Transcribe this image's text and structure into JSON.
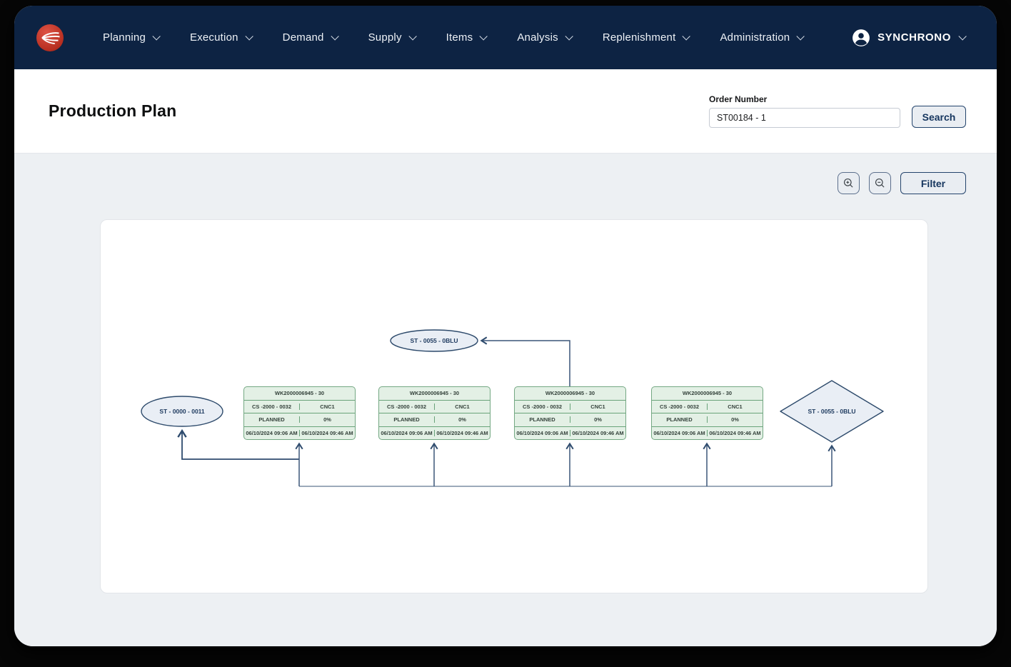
{
  "navbar": {
    "logo_icon": "synchrono-swoosh-logo",
    "items": [
      {
        "label": "Planning"
      },
      {
        "label": "Execution"
      },
      {
        "label": "Demand"
      },
      {
        "label": "Supply"
      },
      {
        "label": "Items"
      },
      {
        "label": "Analysis"
      },
      {
        "label": "Replenishment"
      },
      {
        "label": "Administration"
      }
    ],
    "user": {
      "icon": "user-avatar-icon",
      "name": "SYNCHRONO"
    }
  },
  "header": {
    "title": "Production Plan",
    "order": {
      "label": "Order Number",
      "value": "ST00184 - 1"
    },
    "search_label": "Search"
  },
  "toolbar": {
    "zoom_in_icon": "magnifier-plus-icon",
    "zoom_out_icon": "magnifier-minus-icon",
    "filter_label": "Filter"
  },
  "diagram": {
    "top_ellipse": {
      "label": "ST - 0055 - 0BLU"
    },
    "left_ellipse": {
      "label": "ST - 0000 - 0011"
    },
    "diamond": {
      "label": "ST - 0055 - 0BLU"
    },
    "operations": [
      {
        "wo": "WK2000006945 - 30",
        "item": "CS -2000 - 0032",
        "resource": "CNC1",
        "status": "PLANNED",
        "progress": "0%",
        "start": "06/10/2024 09:06 AM",
        "end": "06/10/2024 09:46 AM"
      },
      {
        "wo": "WK2000006945 - 30",
        "item": "CS -2000 - 0032",
        "resource": "CNC1",
        "status": "PLANNED",
        "progress": "0%",
        "start": "06/10/2024 09:06 AM",
        "end": "06/10/2024 09:46 AM"
      },
      {
        "wo": "WK2000006945 - 30",
        "item": "CS -2000 - 0032",
        "resource": "CNC1",
        "status": "PLANNED",
        "progress": "0%",
        "start": "06/10/2024 09:06 AM",
        "end": "06/10/2024 09:46 AM"
      },
      {
        "wo": "WK2000006945 - 30",
        "item": "CS -2000 - 0032",
        "resource": "CNC1",
        "status": "PLANNED",
        "progress": "0%",
        "start": "06/10/2024 09:06 AM",
        "end": "06/10/2024 09:46 AM"
      }
    ]
  },
  "colors": {
    "navbar_bg": "#0D2343",
    "logo_red": "#C0301F",
    "button_text_navy": "#15355E",
    "content_bg": "#EDF0F3",
    "op_box_fill": "#E3F0E5",
    "op_box_border": "#74A883",
    "node_fill": "#E9EEF5",
    "node_border": "#2D4A6B",
    "connector": "#3A5578",
    "connector_bus": "#7C8DA3"
  }
}
